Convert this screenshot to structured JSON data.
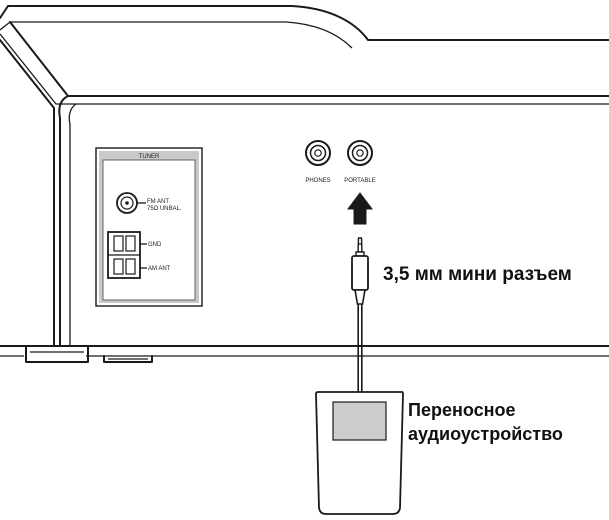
{
  "colors": {
    "line": "#1a1a1a",
    "panel_gray": "#c9c9c9",
    "screen_gray": "#cccccc",
    "background": "#ffffff"
  },
  "tuner": {
    "title": "TUNER",
    "fm_label_line1": "FM ANT",
    "fm_label_line2": "75Ω UNBAL.",
    "gnd_label": "GND",
    "am_label": "AM ANT"
  },
  "jacks": {
    "phones": "PHONES",
    "portable": "PORTABLE"
  },
  "plug_label": "3,5 мм мини разъем",
  "device_label_line1": "Переносное",
  "device_label_line2": "аудиоустройство",
  "icons": {
    "connection_arrow": "arrow-up-icon",
    "jack": "jack-socket-icon",
    "plug": "mini-plug-icon"
  }
}
